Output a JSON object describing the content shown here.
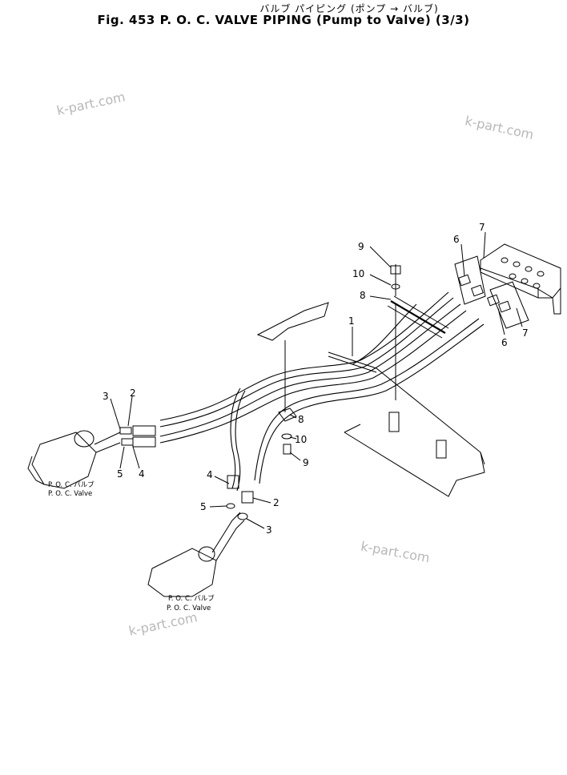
{
  "title": {
    "japanese": "バルブ パイピング (ポンプ → バルブ)",
    "english": "Fig. 453 P. O. C. VALVE PIPING (Pump to Valve) (3/3)"
  },
  "watermarks": [
    "k-part.com",
    "k-part.com",
    "k-part.com",
    "k-part.com"
  ],
  "callouts": {
    "top_right": {
      "n9": "9",
      "n10": "10",
      "n8": "8",
      "n6a": "6",
      "n7a": "7",
      "n1": "1",
      "n6b": "6",
      "n7b": "7"
    },
    "center": {
      "n8": "8",
      "n10": "10",
      "n9": "9"
    },
    "left": {
      "n3": "3",
      "n2": "2",
      "n5": "5",
      "n4": "4"
    },
    "lower": {
      "n4": "4",
      "n5": "5",
      "n2": "2",
      "n3": "3"
    }
  },
  "valve_labels": {
    "upper_jp": "P. O. C. バルブ",
    "upper_en": "P. O. C. Valve",
    "lower_jp": "P. O. C. バルブ",
    "lower_en": "P. O. C. Valve"
  }
}
